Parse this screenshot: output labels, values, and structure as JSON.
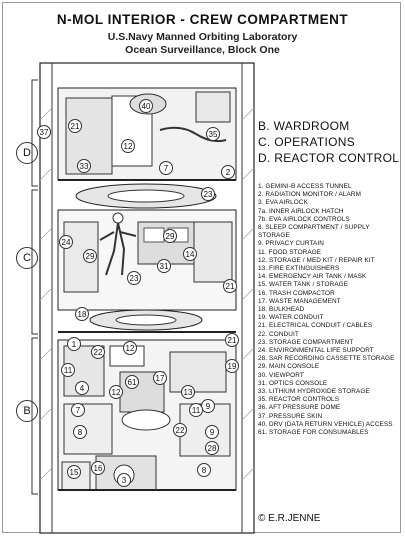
{
  "header": {
    "title": "N-MOL  INTERIOR -  CREW COMPARTMENT",
    "subtitle1": "U.S.Navy Manned Orbiting Laboratory",
    "subtitle2": "Ocean Surveillance, Block One"
  },
  "sections": [
    {
      "letter": "B",
      "text": "B. WARDROOM"
    },
    {
      "letter": "C",
      "text": "C. OPERATIONS"
    },
    {
      "letter": "D",
      "text": "D. REACTOR CONTROL"
    }
  ],
  "legend": [
    "1. GEMINI-B ACCESS TUNNEL",
    "2. RADIATION MONITOR / ALARM",
    "3. EVA AIRLOCK",
    "7a. INNER AIRLOCK HATCH",
    "7b. EVA AIRLOCK CONTROLS",
    "8. SLEEP COMPARTMENT / SUPPLY",
    "    STORAGE",
    "9. PRIVACY CURTAIN",
    "11. FOOD STORAGE",
    "12. STORAGE / MED KIT / REPAIR KIT",
    "13. FIRE EXTINGUISHERS",
    "14. EMERGENCY AIR TANK / MASK",
    "15. WATER TANK / STORAGE",
    "16. TRASH COMPACTOR",
    "17. WASTE MANAGEMENT",
    "18. BULKHEAD",
    "19. WATER CONDUIT",
    "21. ELECTRICAL CONDUIT / CABLES",
    "22. CONDUIT",
    "23. STORAGE COMPARTMENT",
    "24. ENVIRONMENTAL LIFE SUPPORT",
    "28. SAR RECORDING CASSETTE STORAGE",
    "29. MAIN CONSOLE",
    "30. VIEWPORT",
    "31. OPTICS CONSOLE",
    "33. LITHIUM HYDROXIDE STORAGE",
    "35. REACTOR CONTROLS",
    "36. AFT PRESSURE DOME",
    "37. PRESSURE SKIN",
    "40. DRV (DATA RETURN VEHICLE) ACCESS",
    "61. STORAGE FOR CONSUMABLES"
  ],
  "credit": "© E.R.JENNE",
  "drawing_labels": [
    "40",
    "21",
    "37",
    "35",
    "12",
    "33",
    "7",
    "2",
    "23",
    "24",
    "29",
    "31",
    "29",
    "23",
    "18",
    "12",
    "22",
    "1",
    "61",
    "12",
    "17",
    "9",
    "7",
    "9",
    "8",
    "8",
    "3",
    "11",
    "4",
    "15",
    "16",
    "13",
    "28",
    "21",
    "19",
    "21",
    "14",
    "11",
    "22"
  ]
}
